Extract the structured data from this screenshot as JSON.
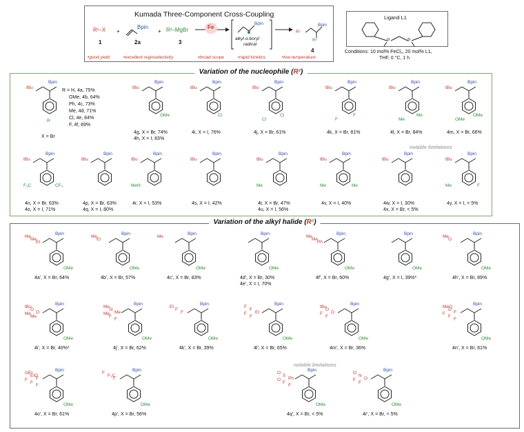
{
  "header": {
    "title": "Kumada Three-Component Cross-Coupling",
    "reagents": [
      {
        "formula": "R¹–X",
        "label": "1"
      },
      {
        "formula": "Bpin",
        "label": "2a"
      },
      {
        "formula": "R²–MgBr",
        "label": "3"
      }
    ],
    "catalyst": "Fe",
    "radical_label_1": "alkyl α-boryl",
    "radical_label_2": "radical",
    "product_label": "4",
    "features": [
      "•good yield",
      "•excellent regioselectivity",
      "•broad scope",
      "•rapid kinetics",
      "•low temperature"
    ],
    "ligand_title": "Ligand L1",
    "ligand_p": "P",
    "conditions_1": "Conditions: 10 mol% FeCl₃, 20 mol% L1,",
    "conditions_2": "THF, 0 °C, 1 h",
    "r1": "R¹",
    "r2": "R²",
    "plus": "+",
    "bpin": "Bpin"
  },
  "section1": {
    "title": "Variation of the nucleophile (",
    "title_r": "R²",
    "title_end": ")",
    "first_list": [
      "R = H, 4a, 75%",
      "OMe, 4b, 64%",
      "Ph, 4c, 73%",
      "Me, 4d, 71%",
      "Cl, 4e, 84%",
      "F, 4f, 69%"
    ],
    "first_x": "X = Br",
    "first_r": "R",
    "tbu": "tBu",
    "notable": "notable limitations",
    "row1": [
      {
        "l1": "4g, X = Br, 74%",
        "l2": "4h, X = I, 83%",
        "subs": [
          "OMe"
        ]
      },
      {
        "l1": "4i, X = I, 76%",
        "subs": [
          "Cl"
        ]
      },
      {
        "l1": "4j, X = Br, 61%",
        "subs": [
          "Cl",
          "Cl"
        ]
      },
      {
        "l1": "4k, X = Br, 81%",
        "subs": [
          "F",
          "F"
        ]
      },
      {
        "l1": "4l, X = Br, 84%",
        "subs": [
          "Me",
          "Me"
        ]
      },
      {
        "l1": "4m, X = Br, 66%",
        "subs": [
          "OMe",
          "OMe"
        ]
      }
    ],
    "row2": [
      {
        "l1": "4n, X = Br, 63%",
        "l2": "4o, X = I, 71%",
        "subs": [
          "F₃C",
          "CF₃"
        ]
      },
      {
        "l1": "4p, X = Br, 63%",
        "l2": "4q, X = I, 80%"
      },
      {
        "l1": "4r, X = I, 53%",
        "subs": [
          "MeN"
        ]
      },
      {
        "l1": "4s, X = I, 42%"
      },
      {
        "l1": "4t, X = Br, 47%",
        "l2": "4u, X = I, 56%",
        "subs": [
          "Me"
        ]
      },
      {
        "l1": "4v, X = I, 40%",
        "subs": [
          "Me",
          "Me"
        ]
      },
      {
        "l1": "4w, X = I, 30%",
        "l2": "4x, X = Br, < 5%"
      },
      {
        "l1": "4y, X = I, < 5%",
        "subs": [
          "Me",
          "F"
        ]
      }
    ]
  },
  "section2": {
    "title": "Variation of the alkyl halide (",
    "title_r": "R¹",
    "title_end": ")",
    "notable": "notable limitations",
    "ome": "OMe",
    "row1": [
      {
        "l1": "4a', X = Br, 64%",
        "subs": [
          "Me",
          "Me",
          "Et"
        ]
      },
      {
        "l1": "4b', X = Br, 57%",
        "subs": [
          "Me",
          "Et"
        ]
      },
      {
        "l1": "4c', X = Br, 83%",
        "subs": [
          "Me"
        ]
      },
      {
        "l1": "4d', X = Br, 30%",
        "l2": "4e', X = I, 70%"
      },
      {
        "l1": "4f', X = Br, 60%",
        "subs": [
          "Me",
          "Me",
          "Ph"
        ]
      },
      {
        "l1": "4g', X = I, 39%*"
      },
      {
        "l1": "4h', X = Br, 89%",
        "subs": [
          "Me",
          "O"
        ]
      }
    ],
    "row2": [
      {
        "l1": "4i', X = Br, 40%*",
        "subs": [
          "tBu",
          "O",
          "O",
          "Me",
          "Me"
        ]
      },
      {
        "l1": "4j', X = Br, 62%",
        "subs": [
          "Me",
          "Si",
          "Me",
          "Me",
          "F",
          "F"
        ]
      },
      {
        "l1": "4k', X = Br, 39%",
        "subs": [
          "Et",
          "F",
          "F"
        ]
      },
      {
        "l1": "4l', X = Br, 65%",
        "subs": [
          "F",
          "F",
          "Et",
          "F",
          "F"
        ]
      },
      {
        "l1": "4m', X = Br, 36%",
        "subs": [
          "tBu",
          "O",
          "O",
          "F",
          "F"
        ]
      },
      {
        "l1": "4n', X = Br, 81%",
        "subs": [
          "MeO",
          "O",
          "F",
          "F",
          "F",
          "F"
        ]
      }
    ],
    "row3": [
      {
        "l1": "4o', X = Br, 61%",
        "subs": [
          "OEt",
          "EtO",
          "F",
          "F",
          "F",
          "F"
        ]
      },
      {
        "l1": "4p', X = Br, 56%",
        "subs": [
          "F",
          "F₃C",
          "F"
        ]
      },
      {
        "l1": "4q', X = Br, < 5%",
        "subs": [
          "O",
          "S",
          "Ph",
          "O",
          "F",
          "F"
        ]
      },
      {
        "l1": "4r', X = Br, < 5%",
        "subs": [
          "O",
          "N",
          "O",
          "F",
          "F"
        ]
      }
    ]
  }
}
